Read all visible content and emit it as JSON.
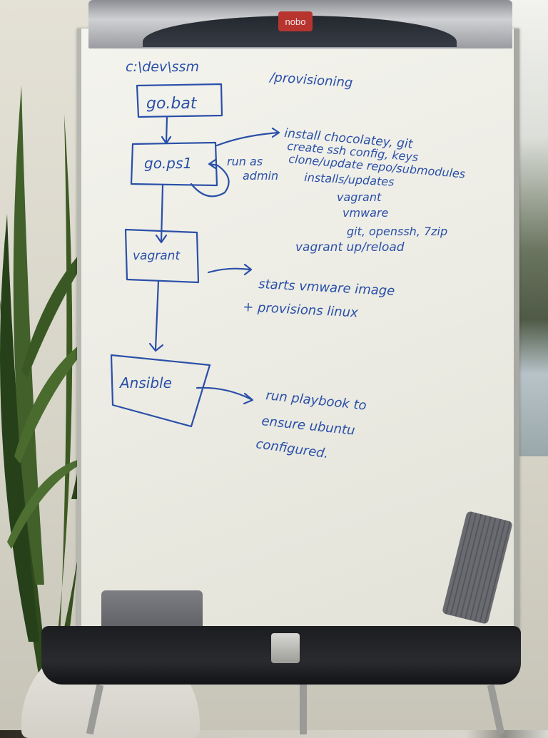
{
  "flipchart": {
    "brand": "nobo"
  },
  "diagram": {
    "path_label": "c:\\dev\\ssm",
    "provisioning_label": "/provisioning",
    "nodes": [
      {
        "id": "go-bat",
        "label": "go.bat"
      },
      {
        "id": "go-ps1",
        "label": "go.ps1"
      },
      {
        "id": "vagrant",
        "label": "vagrant"
      },
      {
        "id": "ansible",
        "label": "Ansible"
      }
    ],
    "loop_label": [
      "run as",
      "admin"
    ],
    "go_ps1_notes": [
      "install chocolatey, git",
      "create ssh config, keys",
      "clone/update repo/submodules",
      "installs/updates",
      "vagrant",
      "vmware",
      "git, openssh, 7zip",
      "vagrant up/reload"
    ],
    "vagrant_notes": [
      "starts vmware image",
      "+ provisions linux"
    ],
    "ansible_notes": [
      "run playbook to",
      "ensure ubuntu",
      "configured."
    ]
  },
  "colors": {
    "ink": "#2a4fa8",
    "board": "#f1f1eb"
  }
}
